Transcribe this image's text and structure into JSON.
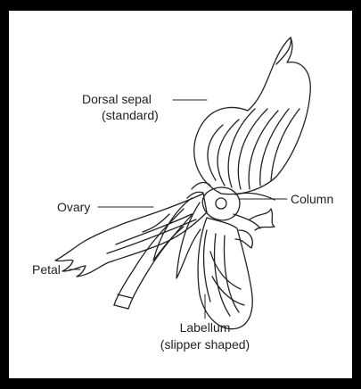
{
  "diagram": {
    "labels": {
      "dorsal_sepal_line1": "Dorsal sepal",
      "dorsal_sepal_line2": "(standard)",
      "column": "Column",
      "ovary": "Ovary",
      "petal": "Petal",
      "labellum_line1": "Labellum",
      "labellum_line2": "(slipper shaped)"
    },
    "colors": {
      "frame": "#000000",
      "background": "#ffffff",
      "ink": "#222222"
    }
  }
}
